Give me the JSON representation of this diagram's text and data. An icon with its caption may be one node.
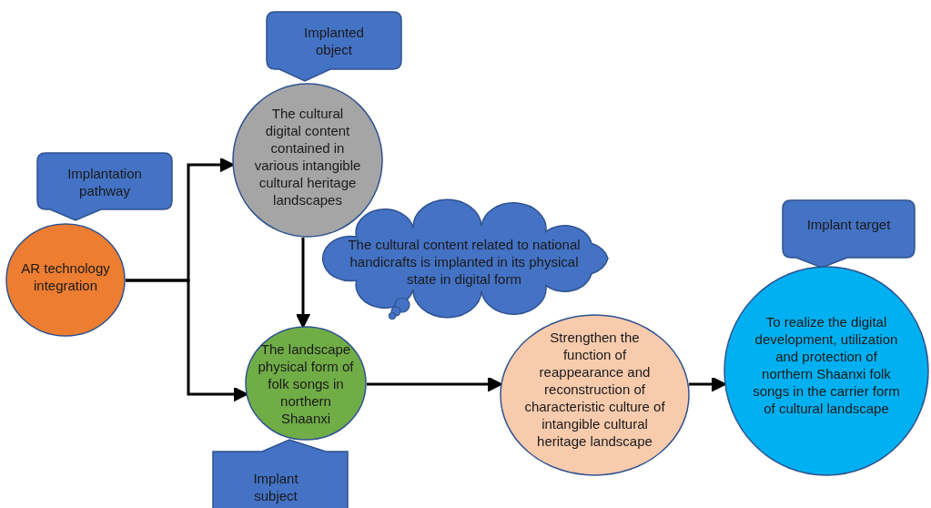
{
  "diagram": {
    "nodes": [
      {
        "text": [
          "Implantation pathway"
        ]
      },
      {
        "text": [
          "AR technology integration"
        ]
      },
      {
        "text": [
          "Implanted object"
        ]
      },
      {
        "text": [
          "The cultural digital content contained in various intangible cultural heritage landscapes"
        ]
      },
      {
        "text": [
          "The cultural content related to national handicrafts is implanted in its physical state in digital form"
        ]
      },
      {
        "text": [
          "The landscape physical form of folk songs in northern Shaanxi"
        ]
      },
      {
        "text": [
          "Implant subject"
        ]
      },
      {
        "text": [
          "Strengthen the function of reappearance and reconstruction of characteristic culture of intangible cultural heritage landscape"
        ]
      },
      {
        "text": [
          "Implant target"
        ]
      },
      {
        "text": [
          "To realize the digital development, utilization and protection of northern Shaanxi folk songs in the carrier form of cultural landscape"
        ]
      }
    ],
    "edges": [
      {
        "from": 1,
        "to": 3,
        "arrow": "to"
      },
      {
        "from": 1,
        "to": 5,
        "arrow": "to"
      },
      {
        "from": 3,
        "to": 5,
        "arrow": "to"
      },
      {
        "from": 5,
        "to": 7,
        "arrow": "to"
      },
      {
        "from": 7,
        "to": 9,
        "arrow": "to"
      }
    ]
  }
}
